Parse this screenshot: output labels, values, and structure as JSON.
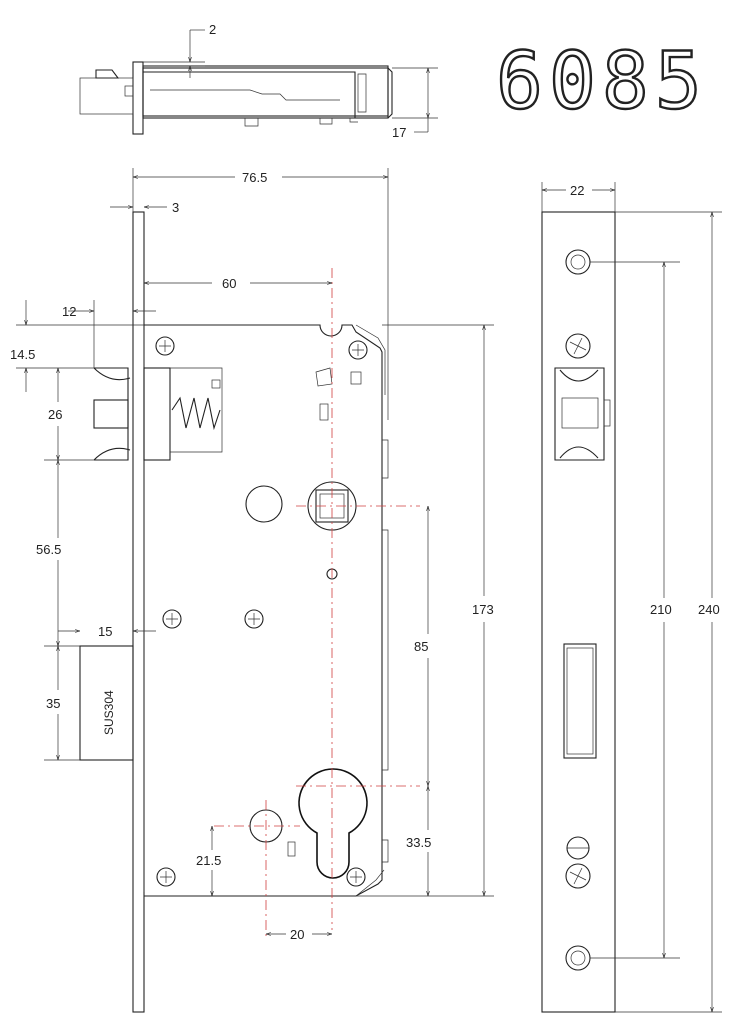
{
  "model_number": "6085",
  "material_label": "SUS304",
  "dimensions": {
    "top_flange_thickness": "2",
    "top_body_depth": "17",
    "overall_width": "76.5",
    "faceplate_thickness": "3",
    "backset": "60",
    "latch_projection": "12",
    "top_to_latch": "14.5",
    "latch_height": "26",
    "latch_to_deadbolt": "56.5",
    "deadbolt_projection": "15",
    "deadbolt_height": "35",
    "body_height": "173",
    "spindle_to_cylinder": "85",
    "cylinder_to_bottom": "33.5",
    "bottom_hole_height": "21.5",
    "bottom_hole_offset": "20",
    "faceplate_width": "22",
    "screw_hole_spacing": "210",
    "faceplate_height": "240"
  }
}
